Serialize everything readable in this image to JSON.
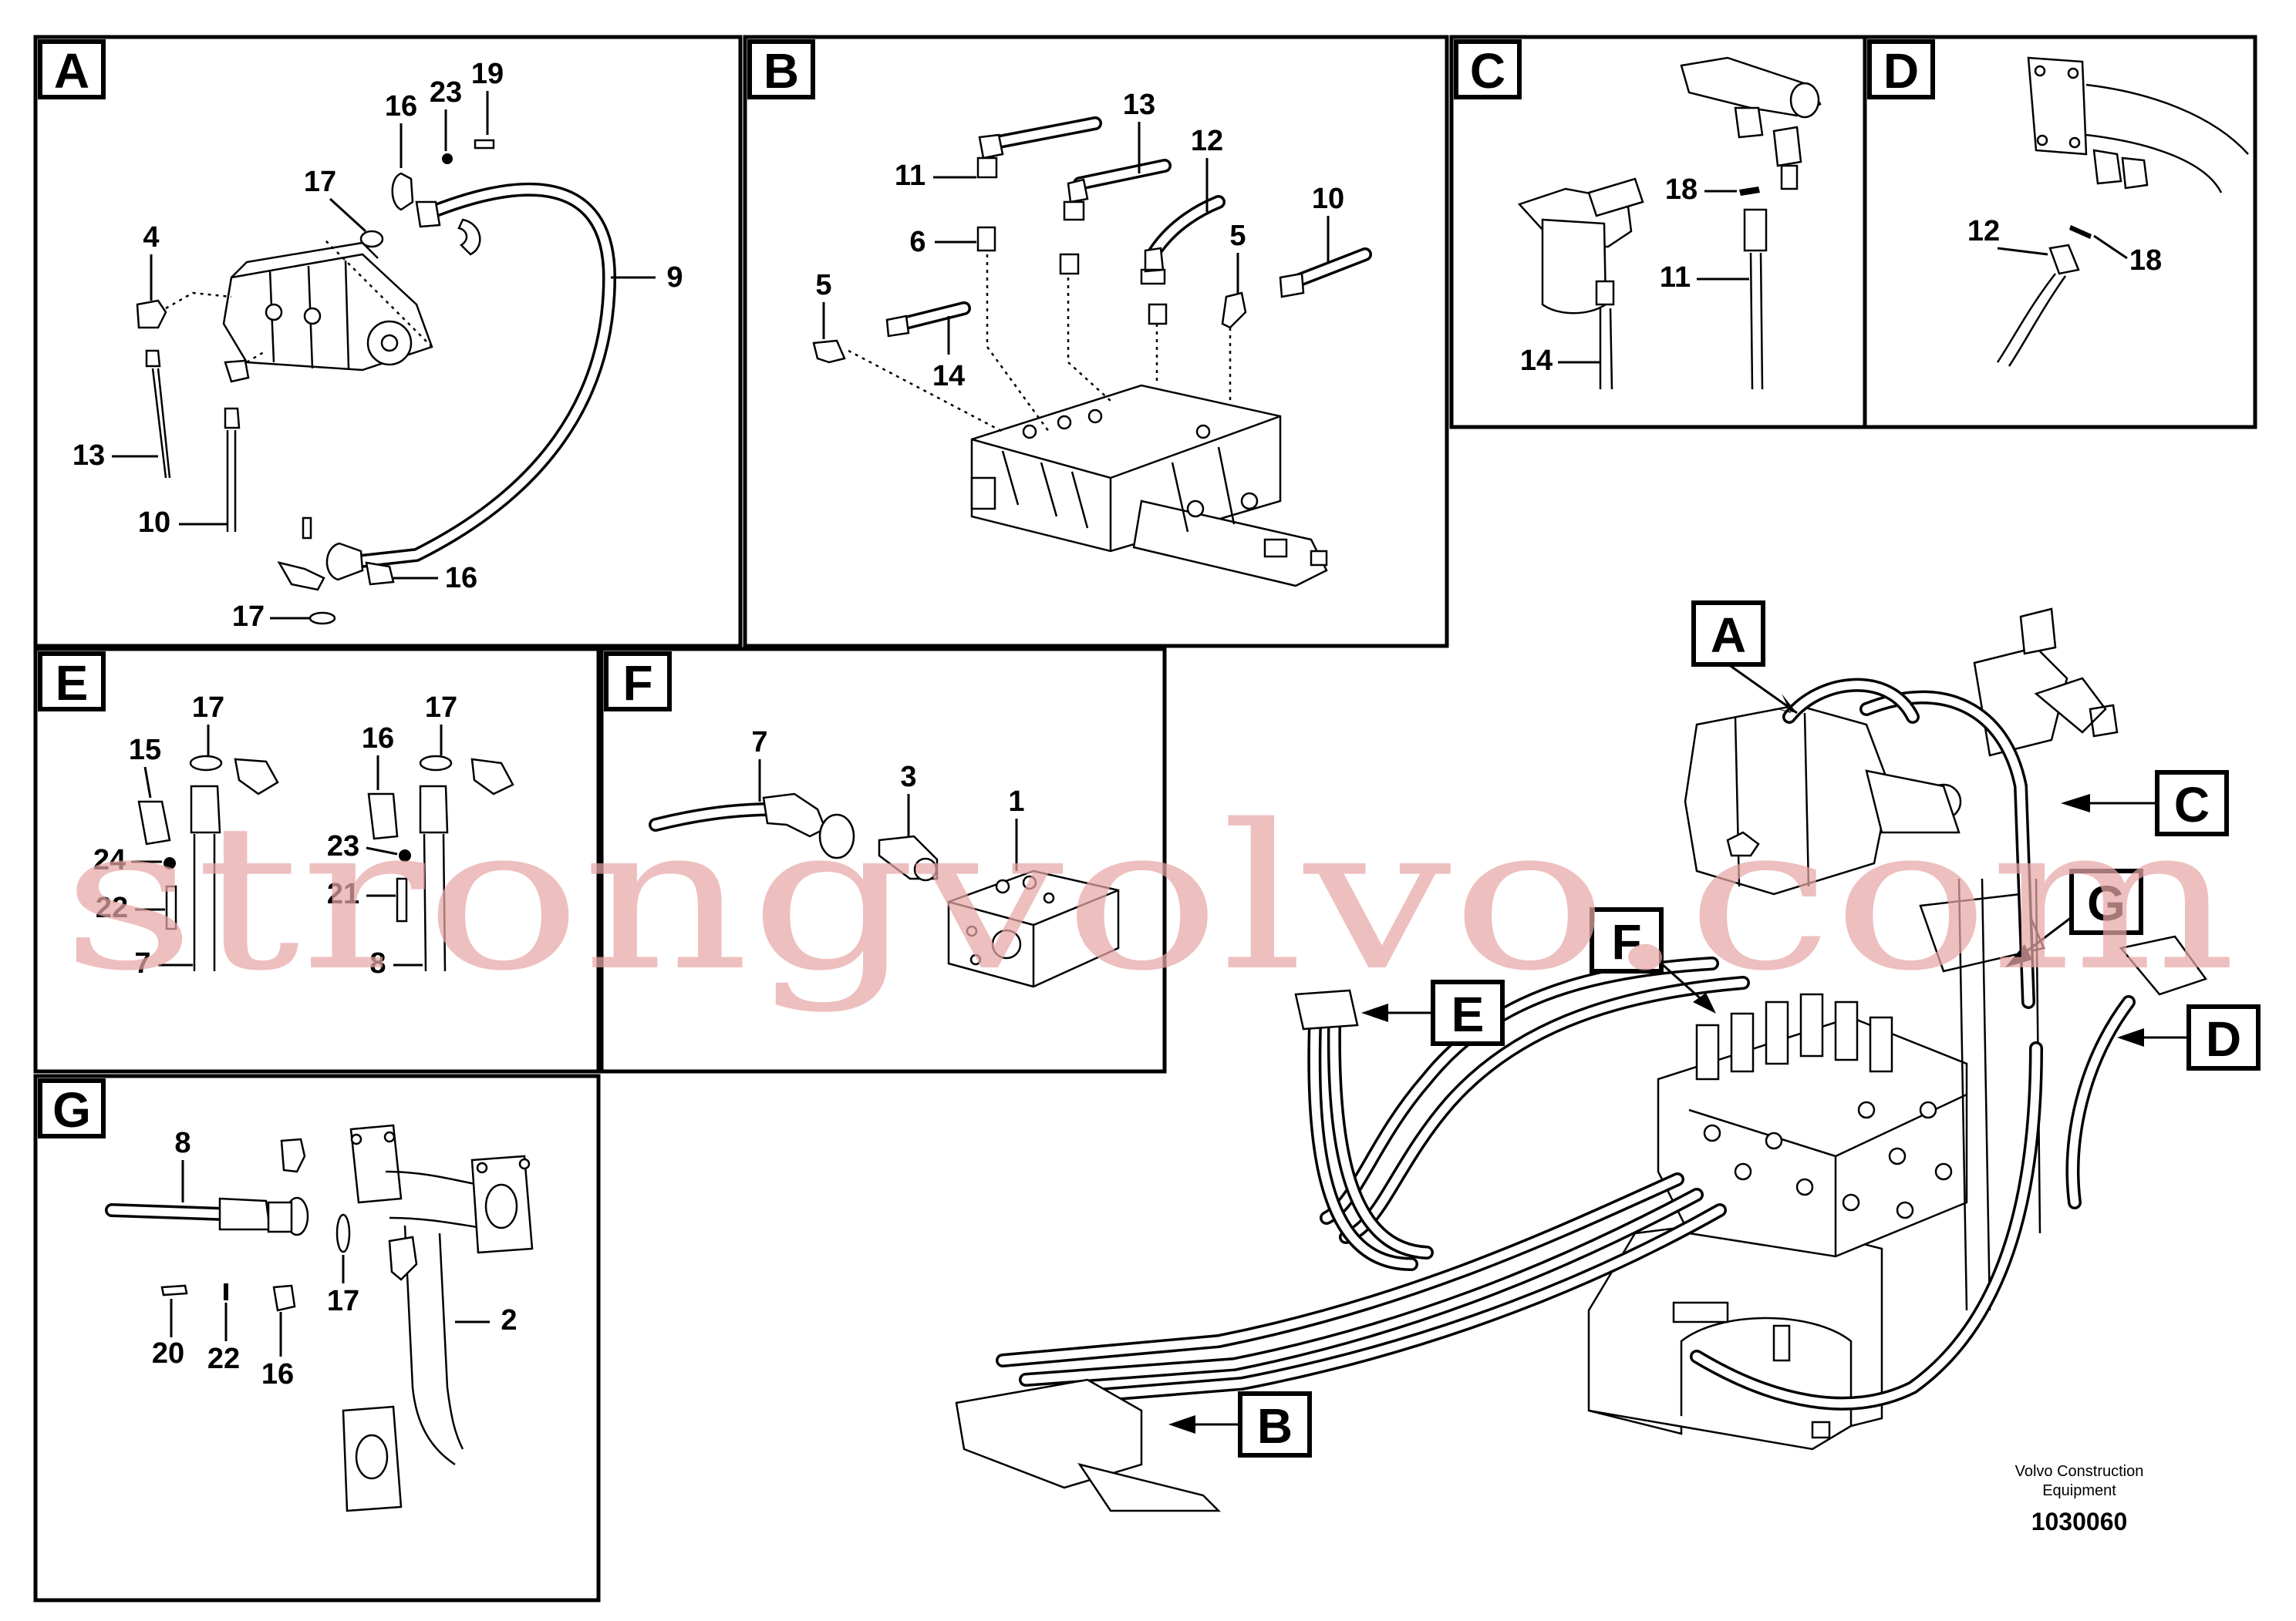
{
  "panels": {
    "A": {
      "tag": "A",
      "callouts": [
        "16",
        "23",
        "19",
        "17",
        "4",
        "9",
        "13",
        "10",
        "16",
        "17"
      ]
    },
    "B": {
      "tag": "B",
      "callouts": [
        "13",
        "12",
        "11",
        "10",
        "6",
        "5",
        "5",
        "14"
      ]
    },
    "C": {
      "tag": "C",
      "callouts": [
        "18",
        "11",
        "14"
      ]
    },
    "D": {
      "tag": "D",
      "callouts": [
        "12",
        "18"
      ]
    },
    "E": {
      "tag": "E",
      "callouts": [
        "17",
        "17",
        "15",
        "16",
        "24",
        "23",
        "22",
        "21",
        "7",
        "8"
      ]
    },
    "F": {
      "tag": "F",
      "callouts": [
        "7",
        "3",
        "1"
      ]
    },
    "G": {
      "tag": "G",
      "callouts": [
        "8",
        "17",
        "2",
        "20",
        "22",
        "16"
      ]
    }
  },
  "overview": {
    "tags": [
      "A",
      "C",
      "G",
      "F",
      "E",
      "D",
      "B"
    ]
  },
  "watermark": "strongvolvo.com",
  "footer": {
    "credit_line1": "Volvo Construction",
    "credit_line2": "Equipment",
    "part_number": "1030060"
  }
}
